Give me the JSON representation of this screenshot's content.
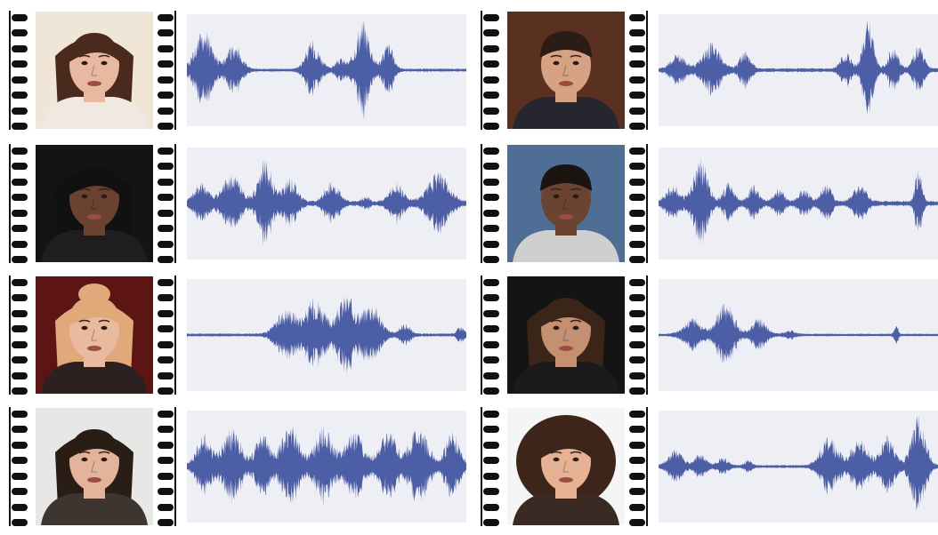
{
  "colors": {
    "waveform": "#4c5ea5",
    "waveform_panel": "#eeeef5",
    "film_strip": "#111111",
    "background": "#ffffff"
  },
  "pairs": [
    {
      "face": {
        "description_icon": "face-icon",
        "skin": "#e8b9a0",
        "hair": "#4a2a1c",
        "background": "#efe6d8",
        "clothing": "#efe9e2",
        "hair_style": "long",
        "hair_up": false
      },
      "waveform": {
        "icon": "audio-waveform-icon",
        "bursts": [
          [
            0.06,
            0.05,
            0.75
          ],
          [
            0.17,
            0.04,
            0.5
          ],
          [
            0.45,
            0.04,
            0.55
          ],
          [
            0.55,
            0.03,
            0.2
          ],
          [
            0.63,
            0.04,
            0.95
          ],
          [
            0.72,
            0.03,
            0.5
          ]
        ],
        "baseline": 0.02
      }
    },
    {
      "face": {
        "description_icon": "face-icon",
        "skin": "#d7a183",
        "hair": "#2b1d16",
        "background": "#5a3021",
        "clothing": "#26262f",
        "hair_style": "short",
        "hair_up": false
      },
      "waveform": {
        "icon": "audio-waveform-icon",
        "bursts": [
          [
            0.07,
            0.04,
            0.3
          ],
          [
            0.19,
            0.05,
            0.5
          ],
          [
            0.31,
            0.03,
            0.35
          ],
          [
            0.67,
            0.03,
            0.3
          ],
          [
            0.75,
            0.03,
            0.95
          ],
          [
            0.84,
            0.03,
            0.4
          ],
          [
            0.93,
            0.03,
            0.45
          ]
        ],
        "baseline": 0.03
      }
    },
    {
      "face": {
        "description_icon": "face-icon",
        "skin": "#6b4130",
        "hair": "#111111",
        "background": "#141414",
        "clothing": "#1e1e1e",
        "hair_style": "long",
        "hair_up": false
      },
      "waveform": {
        "icon": "audio-waveform-icon",
        "bursts": [
          [
            0.05,
            0.04,
            0.35
          ],
          [
            0.16,
            0.05,
            0.55
          ],
          [
            0.28,
            0.04,
            0.8
          ],
          [
            0.37,
            0.04,
            0.45
          ],
          [
            0.52,
            0.04,
            0.4
          ],
          [
            0.64,
            0.02,
            0.1
          ],
          [
            0.75,
            0.04,
            0.35
          ],
          [
            0.9,
            0.06,
            0.55
          ]
        ],
        "baseline": 0.04
      }
    },
    {
      "face": {
        "description_icon": "face-icon",
        "skin": "#6a4431",
        "hair": "#1a1411",
        "background": "#4f6e95",
        "clothing": "#cfcfcf",
        "hair_style": "short",
        "hair_up": false
      },
      "waveform": {
        "icon": "audio-waveform-icon",
        "bursts": [
          [
            0.05,
            0.04,
            0.3
          ],
          [
            0.15,
            0.04,
            0.85
          ],
          [
            0.25,
            0.03,
            0.35
          ],
          [
            0.34,
            0.03,
            0.3
          ],
          [
            0.43,
            0.03,
            0.25
          ],
          [
            0.52,
            0.03,
            0.25
          ],
          [
            0.6,
            0.03,
            0.35
          ],
          [
            0.72,
            0.04,
            0.3
          ],
          [
            0.93,
            0.02,
            0.6
          ]
        ],
        "baseline": 0.04
      }
    },
    {
      "face": {
        "description_icon": "face-icon",
        "skin": "#e9b9a0",
        "hair": "#e0a97a",
        "background": "#5c1512",
        "clothing": "#2d2020",
        "hair_style": "long",
        "hair_up": true
      },
      "waveform": {
        "icon": "audio-waveform-icon",
        "bursts": [
          [
            0.36,
            0.06,
            0.5
          ],
          [
            0.46,
            0.05,
            0.7
          ],
          [
            0.57,
            0.05,
            0.75
          ],
          [
            0.66,
            0.05,
            0.6
          ],
          [
            0.78,
            0.03,
            0.2
          ],
          [
            0.98,
            0.02,
            0.15
          ]
        ],
        "baseline": 0.02
      }
    },
    {
      "face": {
        "description_icon": "face-icon",
        "skin": "#c58f72",
        "hair": "#3b2418",
        "background": "#141414",
        "clothing": "#1b1b1b",
        "hair_style": "long",
        "hair_up": false
      },
      "waveform": {
        "icon": "audio-waveform-icon",
        "bursts": [
          [
            0.12,
            0.05,
            0.3
          ],
          [
            0.24,
            0.05,
            0.6
          ],
          [
            0.36,
            0.04,
            0.3
          ],
          [
            0.47,
            0.03,
            0.08
          ],
          [
            0.85,
            0.01,
            0.2
          ]
        ],
        "baseline": 0.015
      }
    },
    {
      "face": {
        "description_icon": "face-icon",
        "skin": "#e3b49a",
        "hair": "#2a1d16",
        "background": "#e7e7e6",
        "clothing": "#3c3530",
        "hair_style": "long",
        "hair_up": false
      },
      "waveform": {
        "icon": "audio-waveform-icon",
        "bursts": [
          [
            0.06,
            0.04,
            0.55
          ],
          [
            0.16,
            0.05,
            0.7
          ],
          [
            0.27,
            0.04,
            0.55
          ],
          [
            0.37,
            0.05,
            0.75
          ],
          [
            0.49,
            0.05,
            0.7
          ],
          [
            0.6,
            0.05,
            0.65
          ],
          [
            0.72,
            0.05,
            0.6
          ],
          [
            0.83,
            0.05,
            0.7
          ],
          [
            0.95,
            0.04,
            0.6
          ]
        ],
        "baseline": 0.06
      }
    },
    {
      "face": {
        "description_icon": "face-icon",
        "skin": "#e6b293",
        "hair": "#3d2619",
        "background": "#f5f5f5",
        "clothing": "#3a2a24",
        "hair_style": "curly",
        "hair_up": false
      },
      "waveform": {
        "icon": "audio-waveform-icon",
        "bursts": [
          [
            0.06,
            0.04,
            0.3
          ],
          [
            0.15,
            0.03,
            0.25
          ],
          [
            0.23,
            0.03,
            0.15
          ],
          [
            0.32,
            0.02,
            0.1
          ],
          [
            0.61,
            0.05,
            0.55
          ],
          [
            0.72,
            0.05,
            0.5
          ],
          [
            0.82,
            0.04,
            0.55
          ],
          [
            0.93,
            0.04,
            0.95
          ]
        ],
        "baseline": 0.02
      }
    }
  ]
}
